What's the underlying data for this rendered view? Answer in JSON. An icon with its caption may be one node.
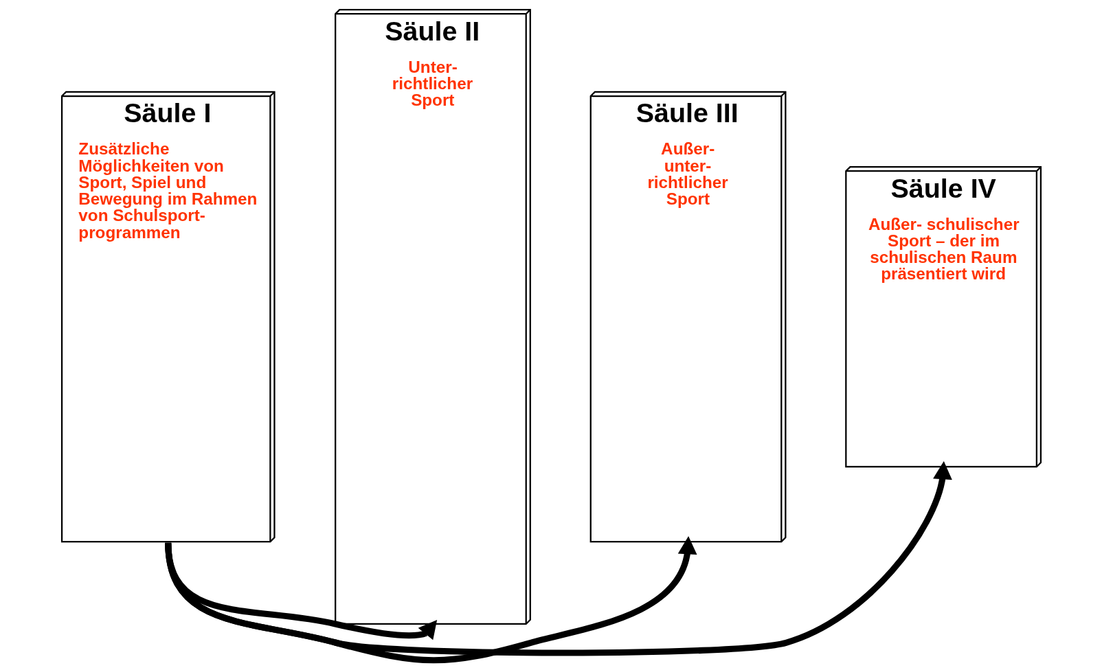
{
  "diagram": {
    "nodes": [
      {
        "text": [
          "Säule I",
          "Zusätzliche Möglichkeiten von Sport, Spiel und Bewegung im Rahmen von Schulsport- programmen"
        ]
      },
      {
        "text": [
          "Säule II",
          "Unter- richtlicher Sport"
        ]
      },
      {
        "text": [
          "Säule III",
          "Außer- unter- richtlicher Sport"
        ]
      },
      {
        "text": [
          "Säule IV",
          "Außer- schulischer Sport – der im schulischen Raum präsentiert wird"
        ]
      }
    ],
    "edges": [
      {
        "from": 0,
        "to": 1,
        "arrow": "to"
      },
      {
        "from": 0,
        "to": 2,
        "arrow": "to"
      },
      {
        "from": 0,
        "to": 3,
        "arrow": "to"
      }
    ]
  }
}
